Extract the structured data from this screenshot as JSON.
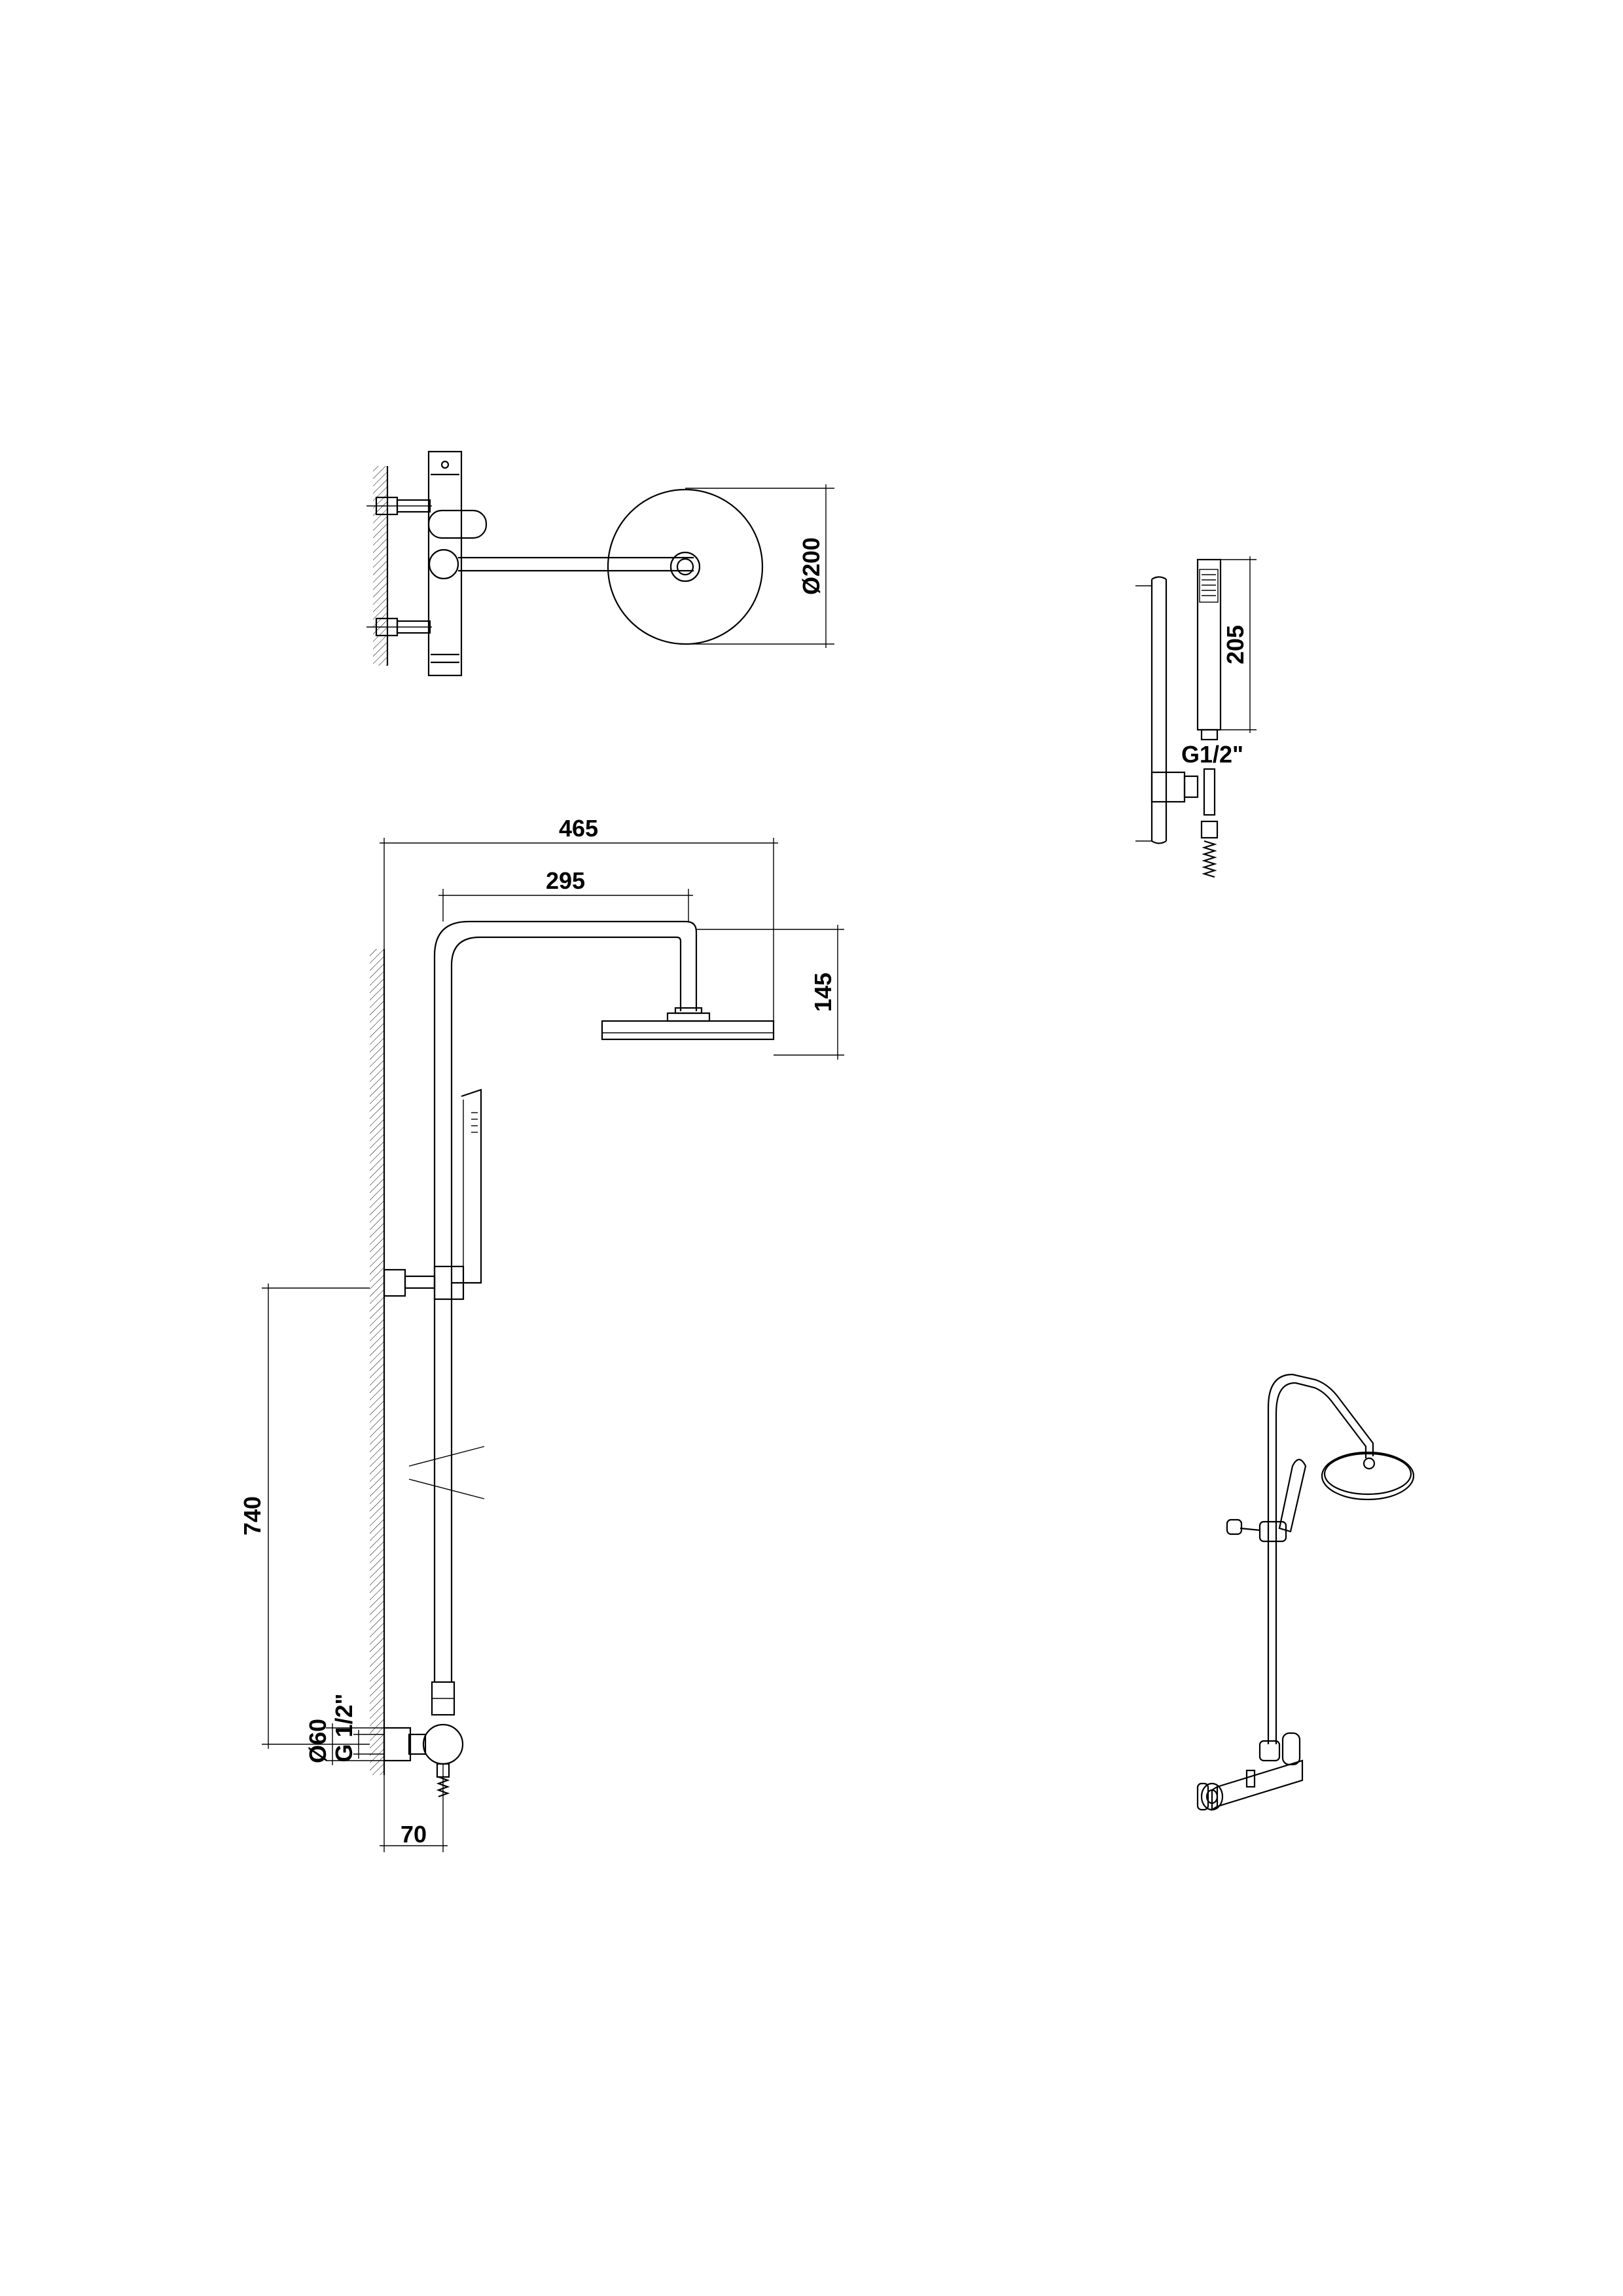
{
  "drawing": {
    "top_view": {
      "head_diameter_label": "Ø200"
    },
    "hand_shower": {
      "length_label": "205",
      "thread_label": "G1/2\""
    },
    "side_view": {
      "total_projection_label": "465",
      "arm_reach_label": "295",
      "head_drop_label": "145",
      "bracket_height_label": "740",
      "flange_diameter_label": "Ø60",
      "inlet_thread_label": "G 1/2\"",
      "wall_offset_label": "70"
    }
  }
}
